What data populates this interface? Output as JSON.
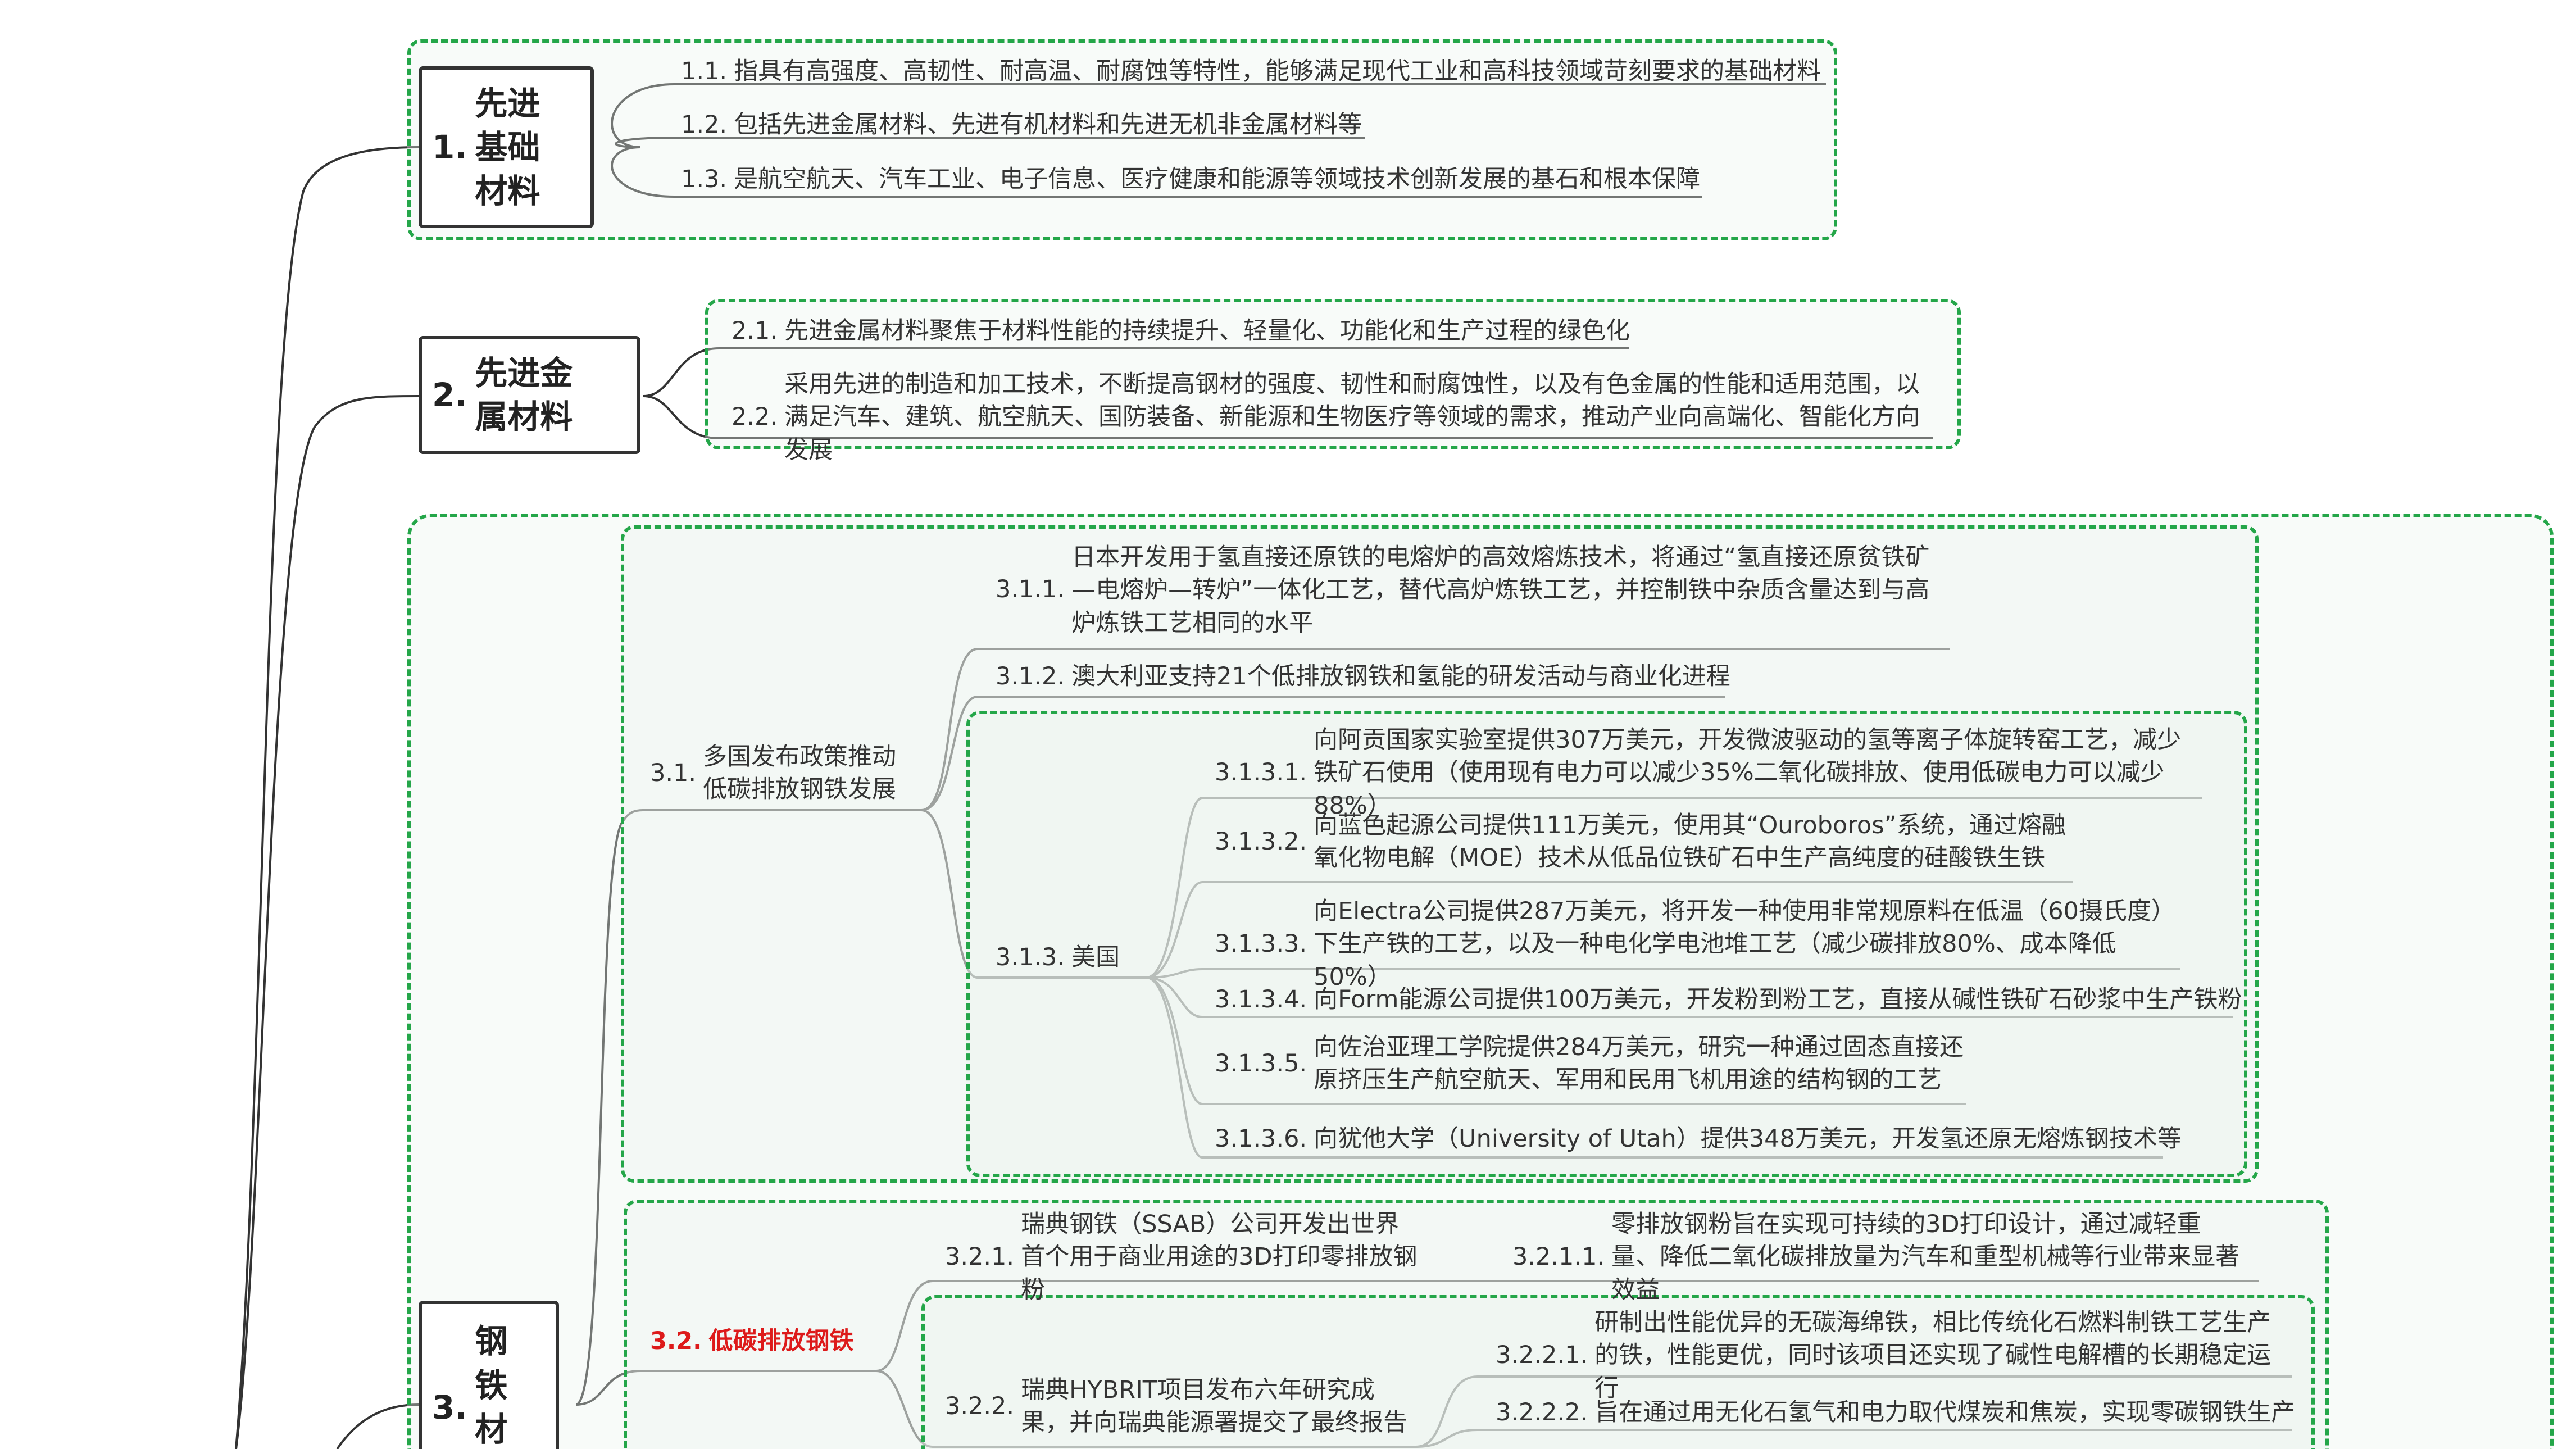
{
  "mindmap": {
    "colors": {
      "line": "#333333",
      "summary_border": "#24a649",
      "highlight": "#dd1a1a"
    },
    "branch1": {
      "num": "1.",
      "title": "先进\n基础\n材料",
      "items": [
        {
          "num": "1.1.",
          "text": "指具有高强度、高韧性、耐高温、耐腐蚀等特性，能够满足现代工业和高科技领域苛刻要求的基础材料"
        },
        {
          "num": "1.2.",
          "text": "包括先进金属材料、先进有机材料和先进无机非金属材料等"
        },
        {
          "num": "1.3.",
          "text": "是航空航天、汽车工业、电子信息、医疗健康和能源等领域技术创新发展的基石和根本保障"
        }
      ]
    },
    "branch2": {
      "num": "2.",
      "title": "先进金\n属材料",
      "items": [
        {
          "num": "2.1.",
          "text": "先进金属材料聚焦于材料性能的持续提升、轻量化、功能化和生产过程的绿色化"
        },
        {
          "num": "2.2.",
          "text": "采用先进的制造和加工技术，不断提高钢材的强度、韧性和耐腐蚀性，以及有色金属的性能和适用范围，以满足汽车、建筑、航空航天、国防装备、新能源和生物医疗等领域的需求，推动产业向高端化、智能化方向发展"
        }
      ]
    },
    "branch3": {
      "num": "3.",
      "title": "钢\n铁\n材\n料",
      "sub1": {
        "num": "3.1.",
        "text": "多国发布政策推动低碳排放钢铁发展",
        "items": [
          {
            "num": "3.1.1.",
            "text": "日本开发用于氢直接还原铁的电熔炉的高效熔炼技术，将通过“氢直接还原贫铁矿—电熔炉—转炉”一体化工艺，替代高炉炼铁工艺，并控制铁中杂质含量达到与高炉炼铁工艺相同的水平"
          },
          {
            "num": "3.1.2.",
            "text": "澳大利亚支持21个低排放钢铁和氢能的研发活动与商业化进程"
          }
        ],
        "usa": {
          "num": "3.1.3.",
          "text": "美国",
          "items": [
            {
              "num": "3.1.3.1.",
              "text": "向阿贡国家实验室提供307万美元，开发微波驱动的氢等离子体旋转窑工艺，减少铁矿石使用（使用现有电力可以减少35%二氧化碳排放、使用低碳电力可以减少88%）"
            },
            {
              "num": "3.1.3.2.",
              "text": "向蓝色起源公司提供111万美元，使用其“Ouroboros”系统，通过熔融氧化物电解（MOE）技术从低品位铁矿石中生产高纯度的硅酸铁生铁"
            },
            {
              "num": "3.1.3.3.",
              "text": "向Electra公司提供287万美元，将开发一种使用非常规原料在低温（60摄氏度）下生产铁的工艺，以及一种电化学电池堆工艺（减少碳排放80%、成本降低50%）"
            },
            {
              "num": "3.1.3.4.",
              "text": "向Form能源公司提供100万美元，开发粉到粉工艺，直接从碱性铁矿石砂浆中生产铁粉"
            },
            {
              "num": "3.1.3.5.",
              "text": "向佐治亚理工学院提供284万美元，研究一种通过固态直接还原挤压生产航空航天、军用和民用飞机用途的结构钢的工艺"
            },
            {
              "num": "3.1.3.6.",
              "text": "向犹他大学（University of Utah）提供348万美元，开发氢还原无熔炼钢技术等"
            }
          ]
        }
      },
      "sub2": {
        "num": "3.2.",
        "text": "低碳排放钢铁",
        "items": [
          {
            "num": "3.2.1.",
            "text": "瑞典钢铁（SSAB）公司开发出世界首个用于商业用途的3D打印零排放钢粉",
            "children": [
              {
                "num": "3.2.1.1.",
                "text": "零排放钢粉旨在实现可持续的3D打印设计，通过减轻重量、降低二氧化碳排放量为汽车和重型机械等行业带来显著效益"
              }
            ]
          },
          {
            "num": "3.2.2.",
            "text": "瑞典HYBRIT项目发布六年研究成果，并向瑞典能源署提交了最终报告",
            "children": [
              {
                "num": "3.2.2.1.",
                "text": "研制出性能优异的无碳海绵铁，相比传统化石燃料制铁工艺生产的铁，性能更优，同时该项目还实现了碱性电解槽的长期稳定运行"
              },
              {
                "num": "3.2.2.2.",
                "text": "旨在通过用无化石氢气和电力取代煤炭和焦炭，实现零碳钢铁生产"
              }
            ]
          }
        ]
      }
    }
  }
}
